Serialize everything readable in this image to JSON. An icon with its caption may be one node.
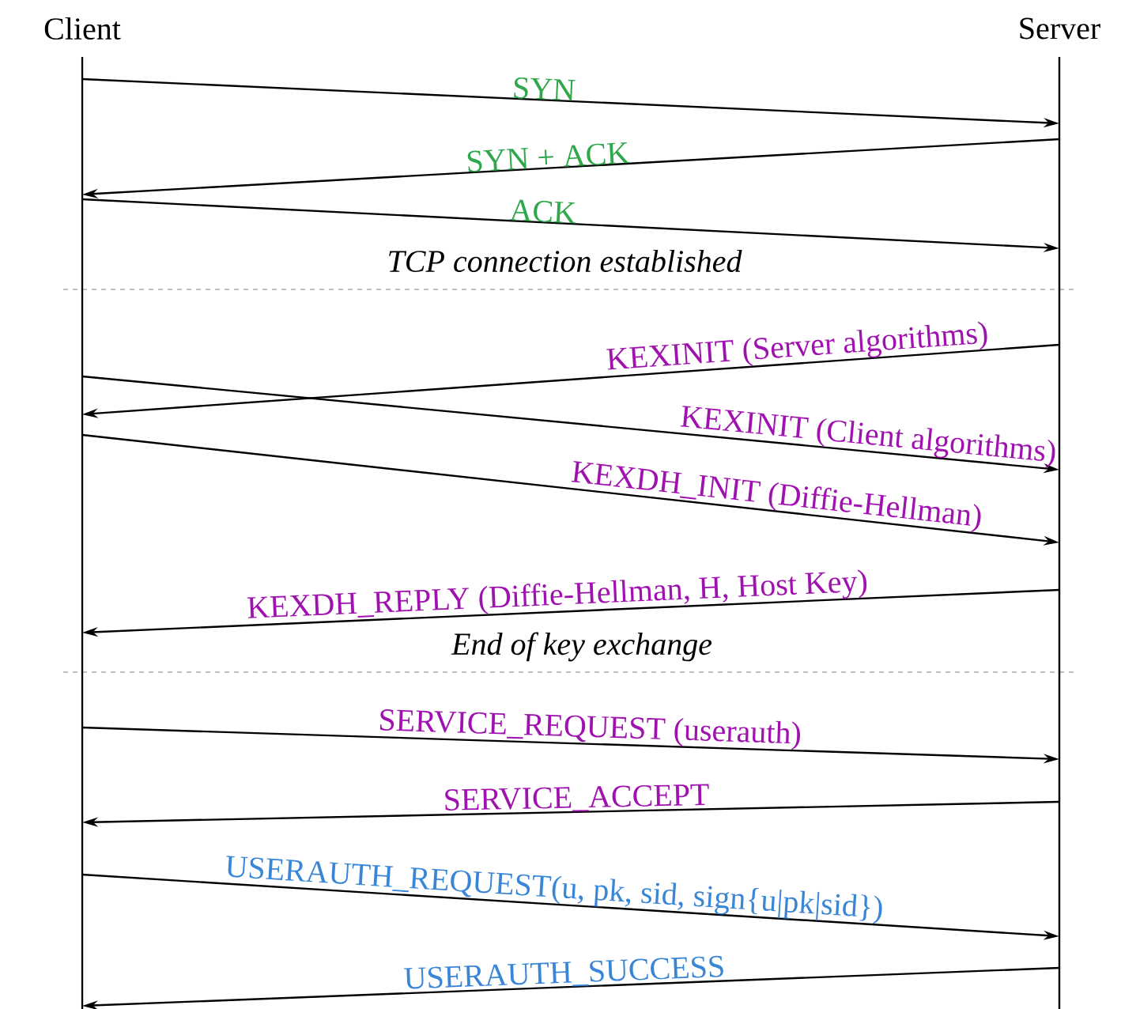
{
  "diagram": {
    "nodes": [
      {
        "text": [
          "Client"
        ]
      },
      {
        "text": [
          "Server"
        ]
      }
    ],
    "edges": [
      {
        "from": 0,
        "to": 1,
        "arrow": "to",
        "label": "SYN"
      },
      {
        "from": 1,
        "to": 0,
        "arrow": "to",
        "label": "SYN + ACK"
      },
      {
        "from": 0,
        "to": 1,
        "arrow": "to",
        "label": "ACK"
      },
      {
        "from": 1,
        "to": 0,
        "arrow": "to",
        "label": "KEXINIT (Server algorithms)"
      },
      {
        "from": 0,
        "to": 1,
        "arrow": "to",
        "label": "KEXINIT (Client algorithms)"
      },
      {
        "from": 0,
        "to": 1,
        "arrow": "to",
        "label": "KEXDH_INIT (Diffie-Hellman)"
      },
      {
        "from": 1,
        "to": 0,
        "arrow": "to",
        "label": "KEXDH_REPLY (Diffie-Hellman, H, Host Key)"
      },
      {
        "from": 0,
        "to": 1,
        "arrow": "to",
        "label": "SERVICE_REQUEST (userauth)"
      },
      {
        "from": 1,
        "to": 0,
        "arrow": "to",
        "label": "SERVICE_ACCEPT"
      },
      {
        "from": 0,
        "to": 1,
        "arrow": "to",
        "label": "USERAUTH_REQUEST(u, pk, sid, sign{u|pk|sid})"
      },
      {
        "from": 1,
        "to": 0,
        "arrow": "to",
        "label": "USERAUTH_SUCCESS"
      }
    ],
    "labels": [
      "TCP connection established",
      "End of key exchange"
    ]
  }
}
